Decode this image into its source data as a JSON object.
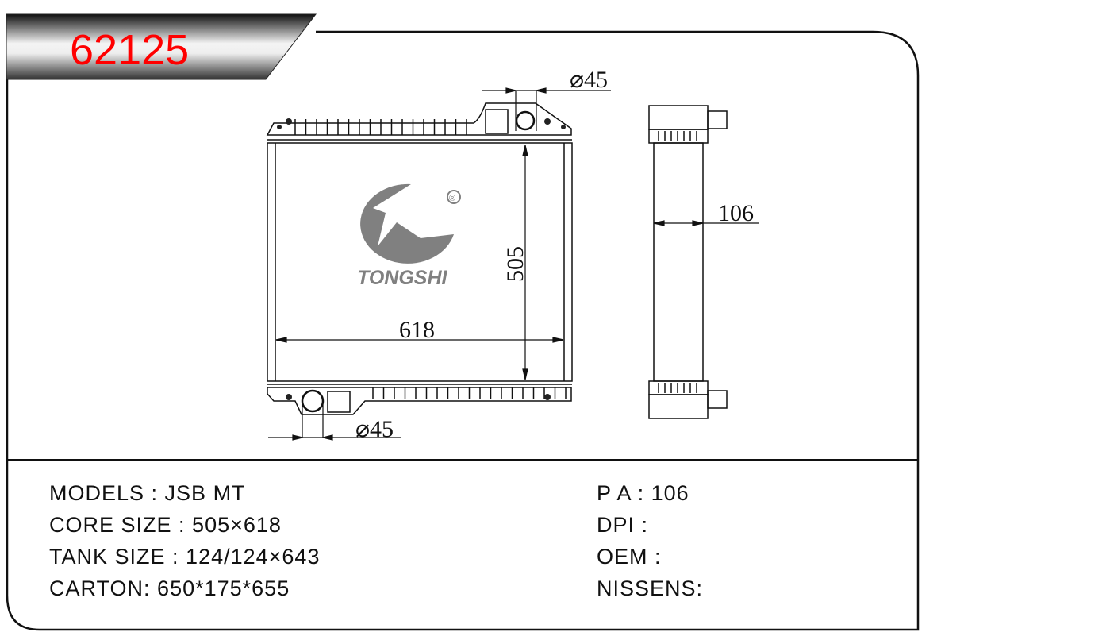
{
  "header": {
    "part_number": "62125"
  },
  "drawing": {
    "inlet_diameter": "⌀45",
    "outlet_diameter": "⌀45",
    "core_height": "505",
    "core_width": "618",
    "depth": "106",
    "logo": {
      "text": "TONGSHI",
      "mark": "®"
    }
  },
  "specs": {
    "left": [
      {
        "label": "MODELS",
        "sep": " : ",
        "value": "JSB MT"
      },
      {
        "label": "CORE SIZE",
        "sep": " : ",
        "value": "505×618"
      },
      {
        "label": "TANK SIZE",
        "sep": " : ",
        "value": "124/124×643"
      },
      {
        "label": "CARTON",
        "sep": ": ",
        "value": "650*175*655"
      }
    ],
    "right": [
      {
        "label": "P A",
        "sep": " : ",
        "value": "106"
      },
      {
        "label": "DPI",
        "sep": " : ",
        "value": ""
      },
      {
        "label": "OEM",
        "sep": " : ",
        "value": ""
      },
      {
        "label": "NISSENS",
        "sep": ":",
        "value": ""
      }
    ]
  },
  "colors": {
    "part_number": "#ff0000",
    "logo": "#808080"
  }
}
